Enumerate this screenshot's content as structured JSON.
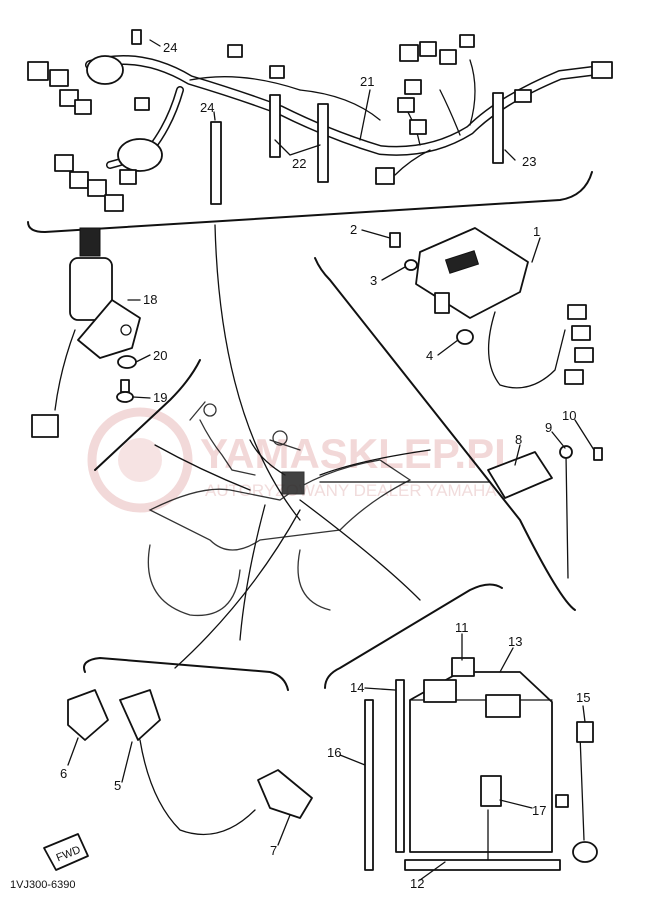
{
  "watermark": {
    "brand": "YAMASKLEP.PL",
    "tagline": "AUTORYZOWANY DEALER YAMAHA",
    "color": "#e8b9b9"
  },
  "drawing_code": "1VJ300-6390",
  "fwd_label": "FWD",
  "callouts": [
    {
      "id": "1",
      "text": "1"
    },
    {
      "id": "2",
      "text": "2"
    },
    {
      "id": "3",
      "text": "3"
    },
    {
      "id": "4",
      "text": "4"
    },
    {
      "id": "5",
      "text": "5"
    },
    {
      "id": "6",
      "text": "6"
    },
    {
      "id": "7",
      "text": "7"
    },
    {
      "id": "8",
      "text": "8"
    },
    {
      "id": "9",
      "text": "9"
    },
    {
      "id": "10",
      "text": "10"
    },
    {
      "id": "11",
      "text": "11"
    },
    {
      "id": "12",
      "text": "12"
    },
    {
      "id": "13",
      "text": "13"
    },
    {
      "id": "14",
      "text": "14"
    },
    {
      "id": "15",
      "text": "15"
    },
    {
      "id": "16",
      "text": "16"
    },
    {
      "id": "17",
      "text": "17"
    },
    {
      "id": "18",
      "text": "18"
    },
    {
      "id": "19",
      "text": "19"
    },
    {
      "id": "20",
      "text": "20"
    },
    {
      "id": "21",
      "text": "21"
    },
    {
      "id": "22",
      "text": "22"
    },
    {
      "id": "23",
      "text": "23"
    },
    {
      "id": "24a",
      "text": "24"
    },
    {
      "id": "24b",
      "text": "24"
    }
  ]
}
